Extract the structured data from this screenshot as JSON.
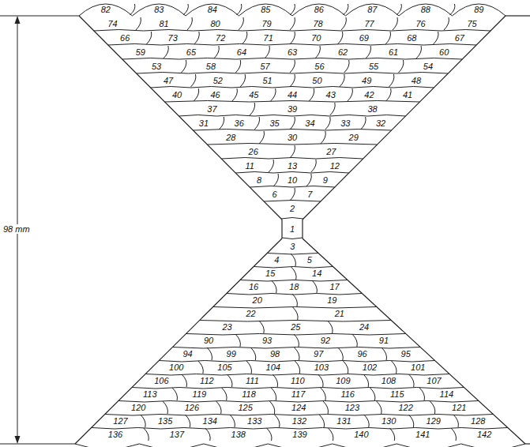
{
  "diagram": {
    "labels": [
      "82",
      "83",
      "84",
      "85",
      "86",
      "87",
      "88",
      "89",
      "74",
      "81",
      "80",
      "79",
      "78",
      "77",
      "76",
      "75",
      "66",
      "73",
      "72",
      "71",
      "70",
      "69",
      "68",
      "67",
      "59",
      "65",
      "64",
      "63",
      "62",
      "61",
      "60",
      "53",
      "58",
      "57",
      "56",
      "55",
      "54",
      "47",
      "52",
      "51",
      "50",
      "49",
      "48",
      "40",
      "46",
      "45",
      "44",
      "43",
      "42",
      "41",
      "37",
      "39",
      "38",
      "31",
      "36",
      "35",
      "34",
      "33",
      "32",
      "28",
      "30",
      "29",
      "26",
      "27",
      "11",
      "13",
      "12",
      "8",
      "10",
      "9",
      "6",
      "7",
      "2",
      "1",
      "3",
      "4",
      "5",
      "15",
      "14",
      "16",
      "18",
      "17",
      "20",
      "19",
      "22",
      "21",
      "23",
      "25",
      "24",
      "90",
      "93",
      "92",
      "91",
      "94",
      "99",
      "98",
      "97",
      "96",
      "95",
      "100",
      "105",
      "104",
      "103",
      "102",
      "101",
      "106",
      "112",
      "111",
      "110",
      "109",
      "108",
      "107",
      "113",
      "119",
      "118",
      "117",
      "116",
      "115",
      "114",
      "120",
      "126",
      "125",
      "124",
      "123",
      "122",
      "121",
      "127",
      "135",
      "134",
      "133",
      "132",
      "131",
      "130",
      "129",
      "128",
      "136",
      "137",
      "138",
      "139",
      "140",
      "141",
      "142",
      "98 mm"
    ]
  }
}
